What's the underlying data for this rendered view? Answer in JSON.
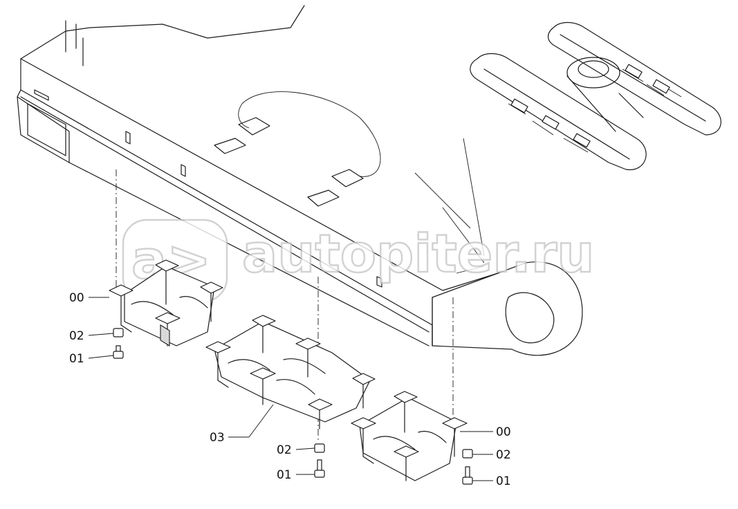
{
  "watermark": {
    "logo_text": "a>",
    "text": "autopiter.ru"
  },
  "callouts": [
    {
      "id": "c-00-left",
      "label": "00"
    },
    {
      "id": "c-02-left",
      "label": "02"
    },
    {
      "id": "c-01-left",
      "label": "01"
    },
    {
      "id": "c-03",
      "label": "03"
    },
    {
      "id": "c-02-mid",
      "label": "02"
    },
    {
      "id": "c-01-mid",
      "label": "01"
    },
    {
      "id": "c-00-right",
      "label": "00"
    },
    {
      "id": "c-02-right",
      "label": "02"
    },
    {
      "id": "c-01-right",
      "label": "01"
    }
  ]
}
